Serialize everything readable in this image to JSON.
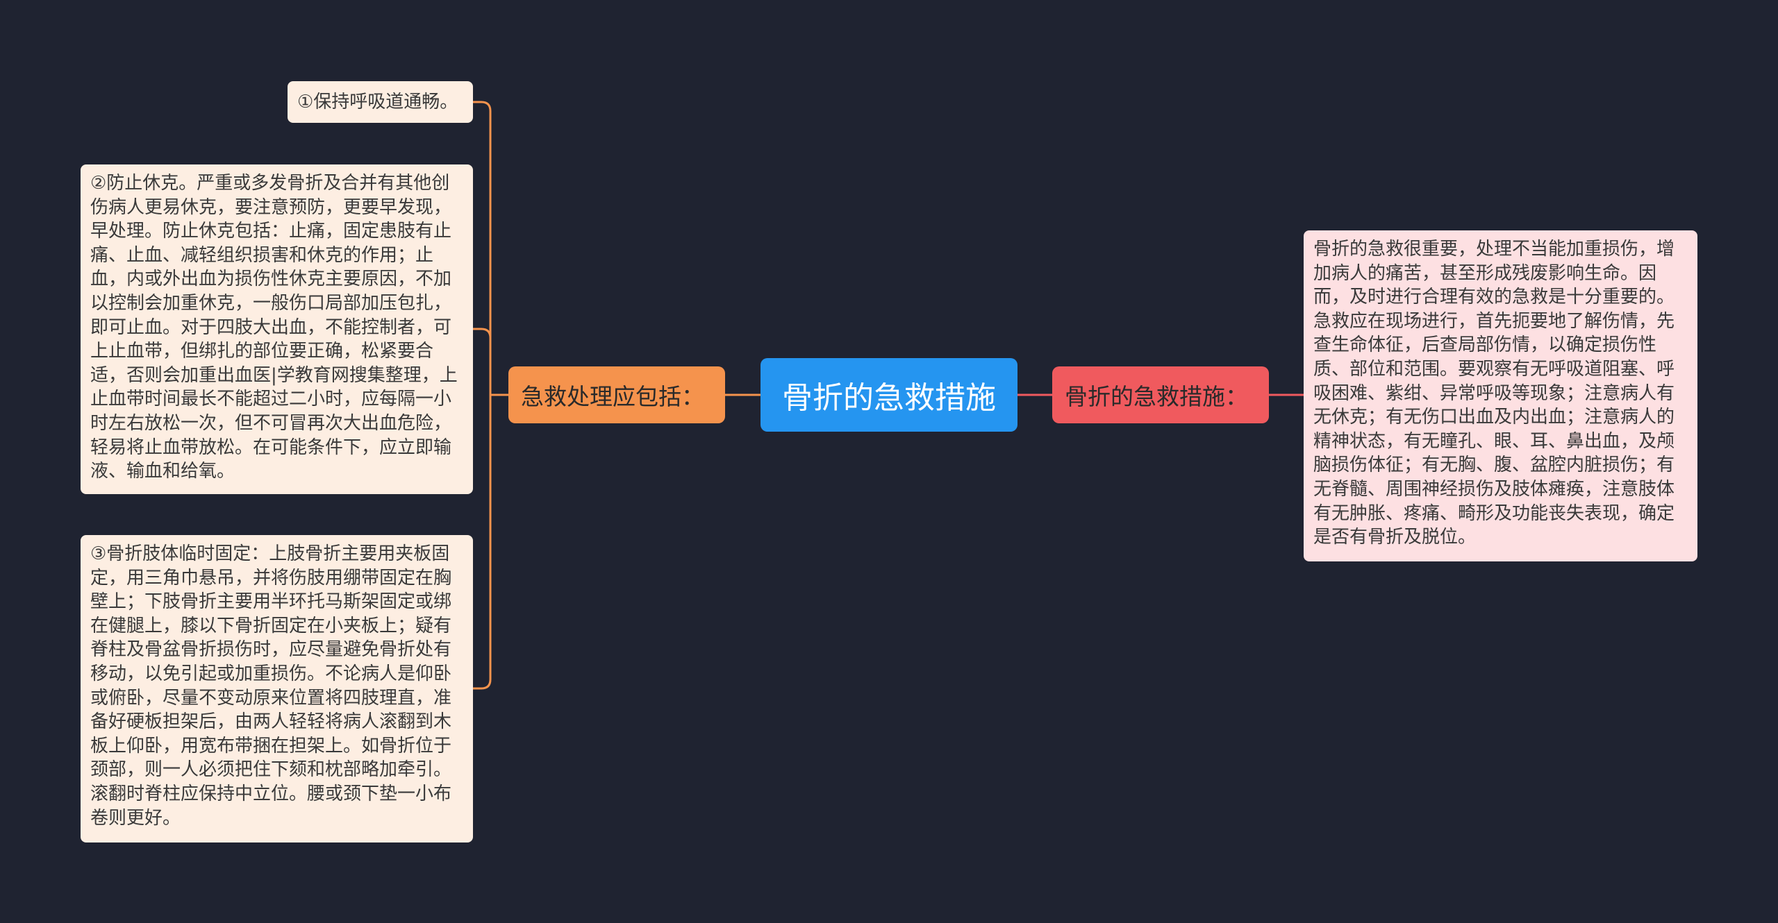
{
  "root": {
    "label": "骨折的急救措施"
  },
  "left_branch": {
    "label": "急救处理应包括：",
    "children": [
      "①保持呼吸道通畅。",
      "②防止休克。严重或多发骨折及合并有其他创伤病人更易休克，要注意预防，更要早发现，早处理。防止休克包括：止痛，固定患肢有止痛、止血、减轻组织损害和休克的作用；止血，内或外出血为损伤性休克主要原因，不加以控制会加重休克，一般伤口局部加压包扎，即可止血。对于四肢大出血，不能控制者，可上止血带，但绑扎的部位要正确，松紧要合适，否则会加重出血医|学教育网搜集整理，上止血带时间最长不能超过二小时，应每隔一小时左右放松一次，但不可冒再次大出血危险，轻易将止血带放松。在可能条件下，应立即输液、输血和给氧。",
      "③骨折肢体临时固定：上肢骨折主要用夹板固定，用三角巾悬吊，并将伤肢用绷带固定在胸壁上；下肢骨折主要用半环托马斯架固定或绑在健腿上，膝以下骨折固定在小夹板上；疑有脊柱及骨盆骨折损伤时，应尽量避免骨折处有移动，以免引起或加重损伤。不论病人是仰卧或俯卧，尽量不变动原来位置将四肢理直，准备好硬板担架后，由两人轻轻将病人滚翻到木板上仰卧，用宽布带捆在担架上。如骨折位于颈部，则一人必须把住下颏和枕部略加牵引。滚翻时脊柱应保持中立位。腰或颈下垫一小布卷则更好。"
    ]
  },
  "right_branch": {
    "label": "骨折的急救措施：",
    "children": [
      "骨折的急救很重要，处理不当能加重损伤，增加病人的痛苦，甚至形成残废影响生命。因而，及时进行合理有效的急救是十分重要的。急救应在现场进行，首先扼要地了解伤情，先查生命体征，后查局部伤情，以确定损伤性质、部位和范围。要观察有无呼吸道阻塞、呼吸困难、紫绀、异常呼吸等现象；注意病人有无休克；有无伤口出血及内出血；注意病人的精神状态，有无瞳孔、眼、耳、鼻出血，及颅脑损伤体征；有无胸、腹、盆腔内脏损伤；有无脊髓、周围神经损伤及肢体瘫痪，注意肢体有无肿胀、疼痛、畸形及功能丧失表现，确定是否有骨折及脱位。"
    ]
  },
  "colors": {
    "background": "#1f2331",
    "root": "#2595f0",
    "left_branch": "#f5934d",
    "right_branch": "#f05a5e",
    "left_leaf": "#fdeee2",
    "right_leaf": "#fde0e2"
  }
}
